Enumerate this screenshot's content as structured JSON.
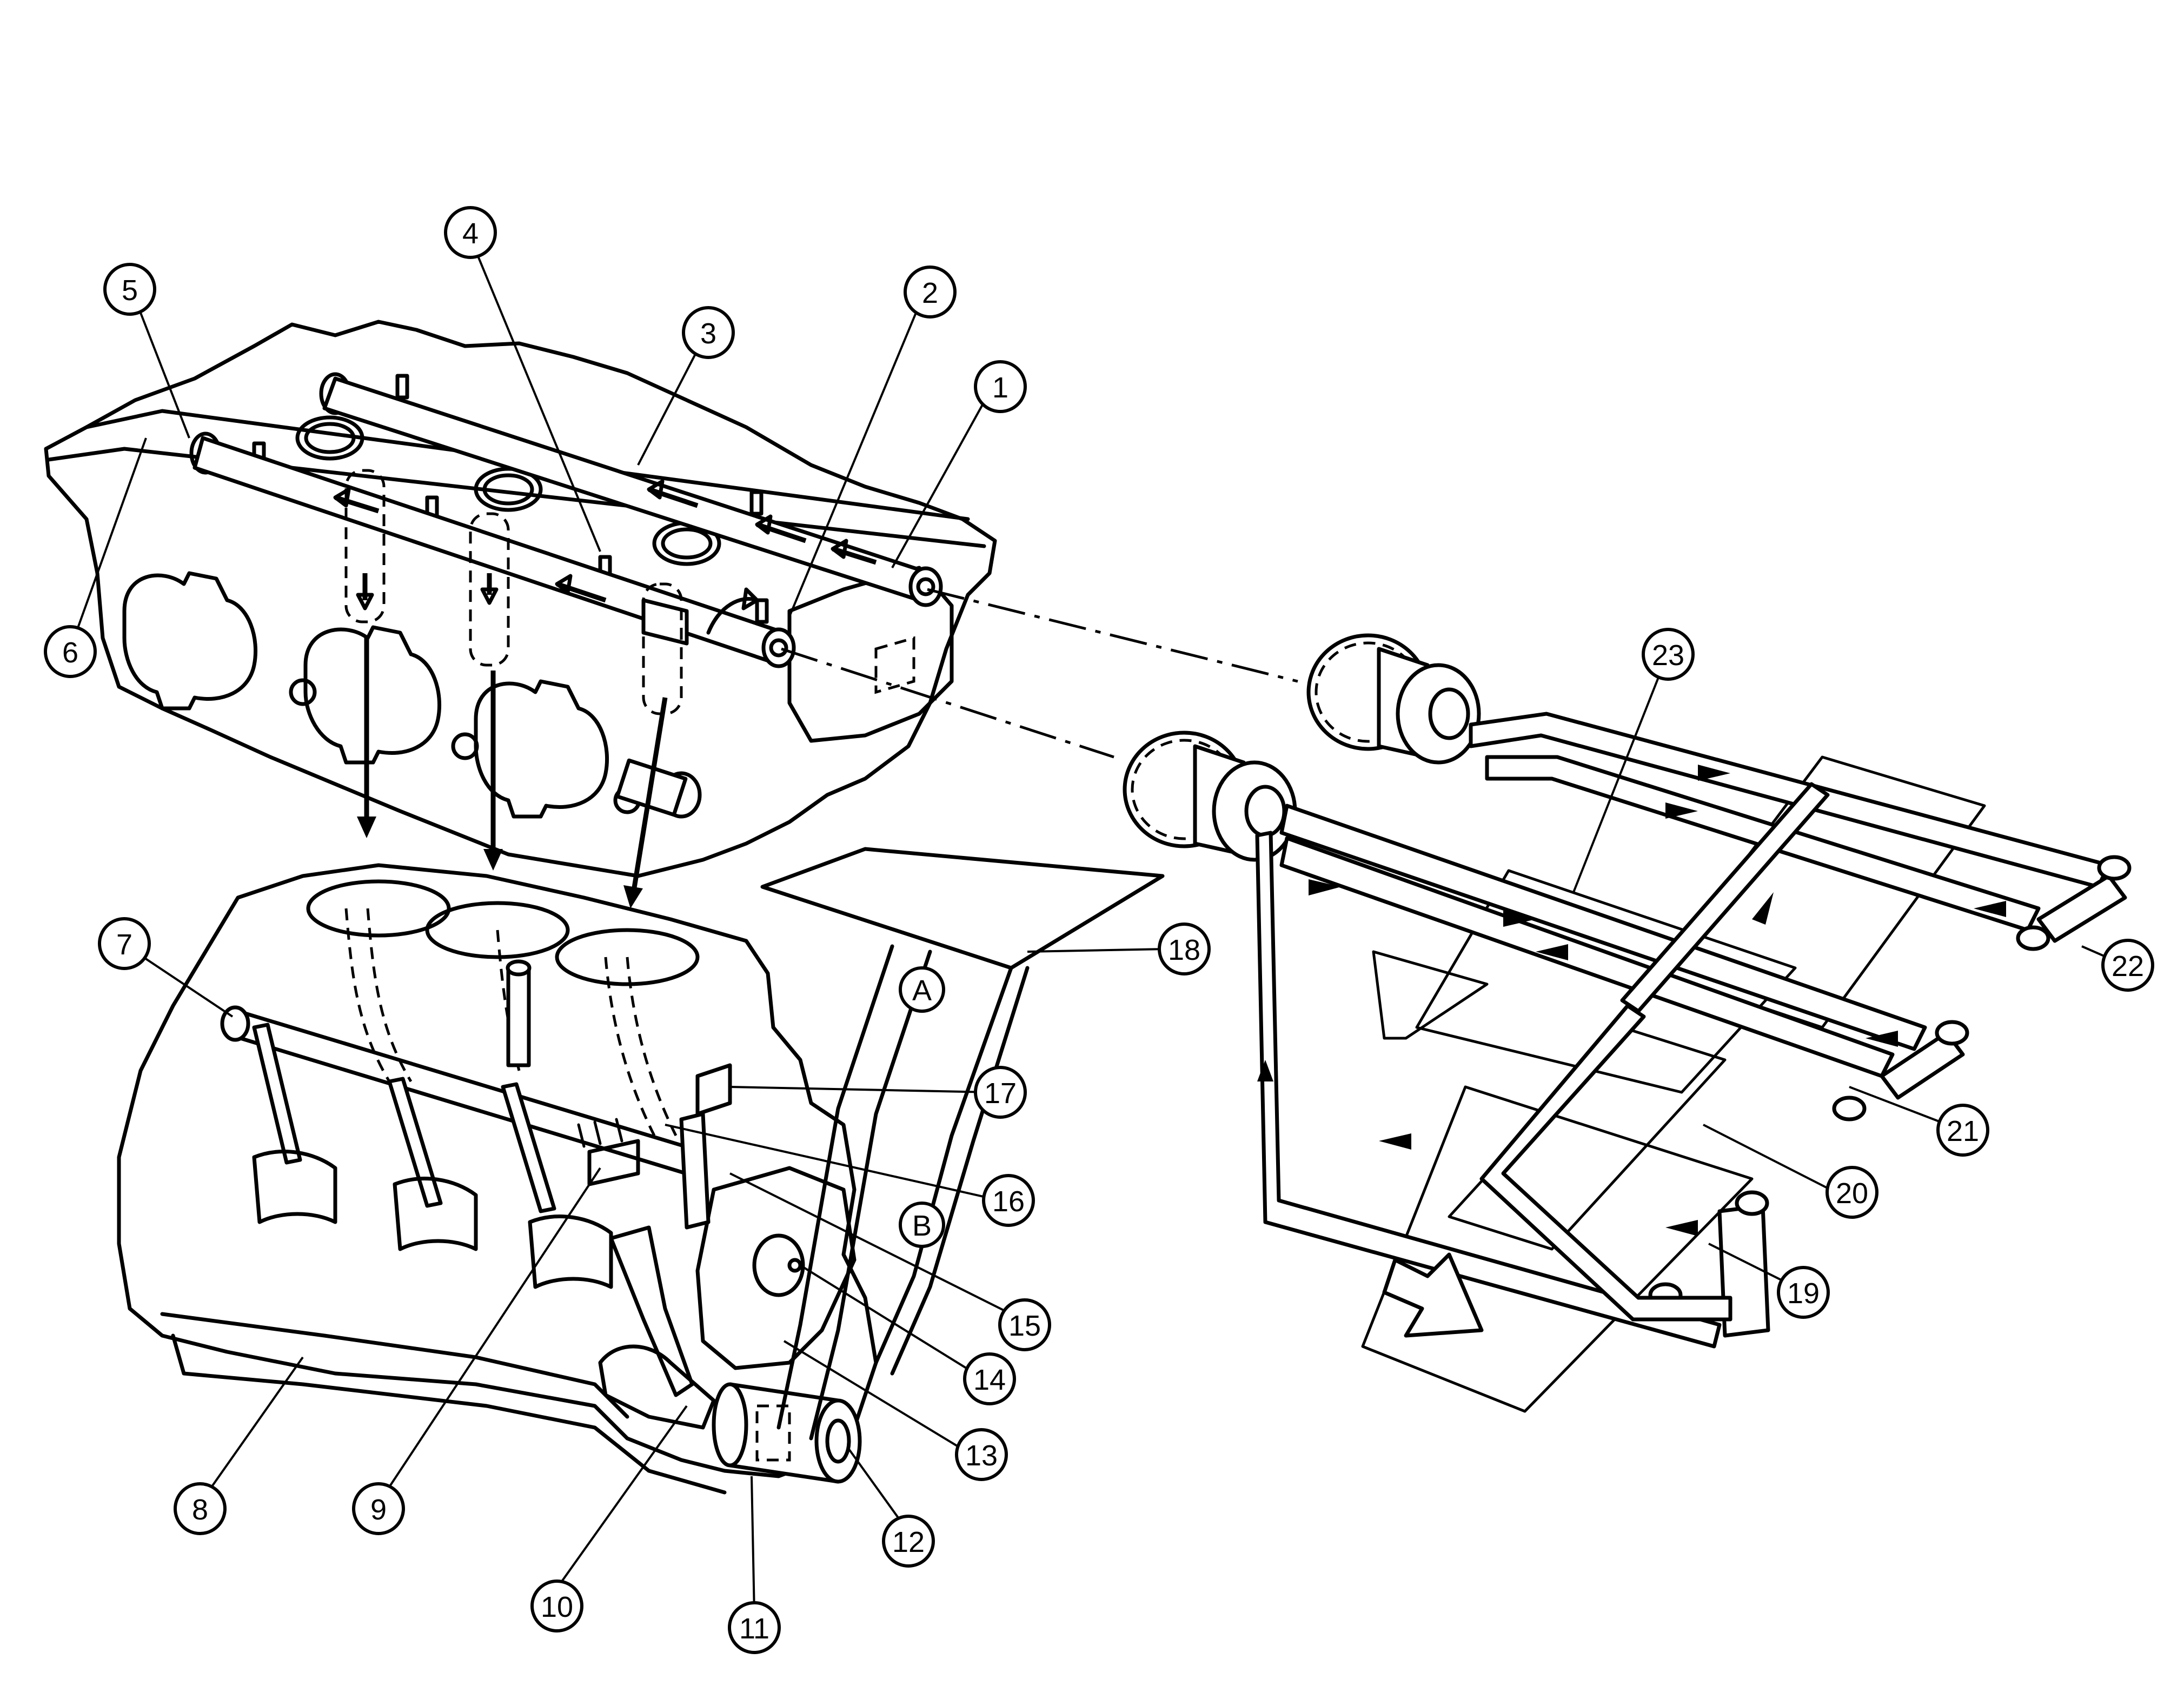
{
  "callouts": [
    {
      "id": "1",
      "label": "1"
    },
    {
      "id": "2",
      "label": "2"
    },
    {
      "id": "3",
      "label": "3"
    },
    {
      "id": "4",
      "label": "4"
    },
    {
      "id": "5",
      "label": "5"
    },
    {
      "id": "6",
      "label": "6"
    },
    {
      "id": "7",
      "label": "7"
    },
    {
      "id": "8",
      "label": "8"
    },
    {
      "id": "9",
      "label": "9"
    },
    {
      "id": "10",
      "label": "10"
    },
    {
      "id": "11",
      "label": "11"
    },
    {
      "id": "12",
      "label": "12"
    },
    {
      "id": "13",
      "label": "13"
    },
    {
      "id": "14",
      "label": "14"
    },
    {
      "id": "15",
      "label": "15"
    },
    {
      "id": "16",
      "label": "16"
    },
    {
      "id": "17",
      "label": "17"
    },
    {
      "id": "18",
      "label": "18"
    },
    {
      "id": "19",
      "label": "19"
    },
    {
      "id": "20",
      "label": "20"
    },
    {
      "id": "21",
      "label": "21"
    },
    {
      "id": "22",
      "label": "22"
    },
    {
      "id": "23",
      "label": "23"
    }
  ],
  "section_markers": [
    {
      "id": "A",
      "label": "A"
    },
    {
      "id": "B",
      "label": "B"
    }
  ]
}
